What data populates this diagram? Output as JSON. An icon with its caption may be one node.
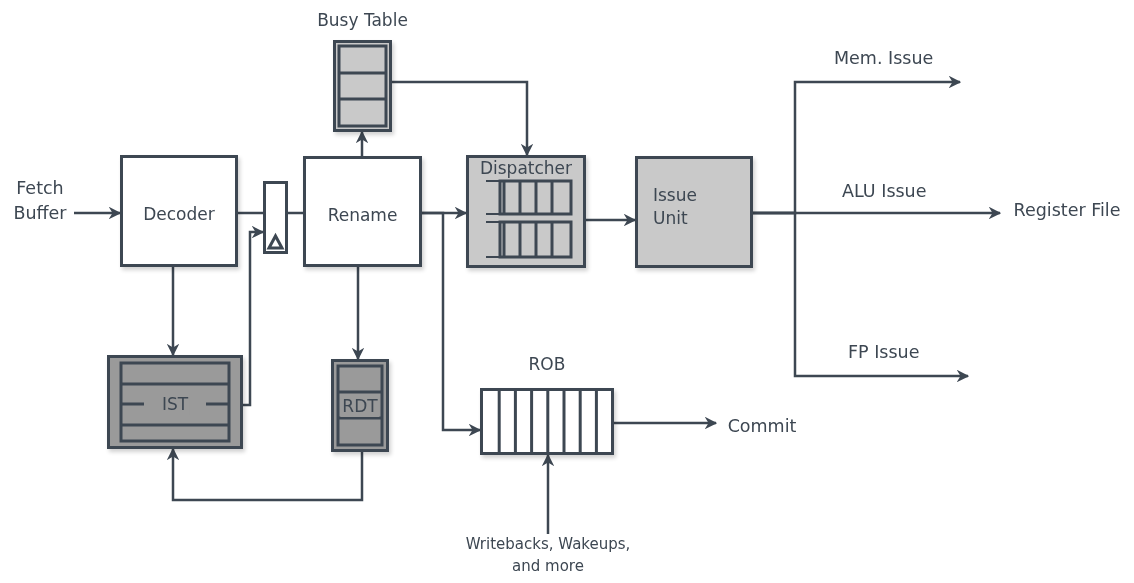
{
  "diagram": {
    "nodes": [
      {
        "text": [
          "Fetch Buffer"
        ]
      },
      {
        "text": [
          "Decoder"
        ]
      },
      {
        "text": [],
        "shape": "box"
      },
      {
        "text": [
          "Rename"
        ]
      },
      {
        "text": [
          "Busy Table"
        ]
      },
      {
        "text": [
          "Dispatcher"
        ]
      },
      {
        "text": [
          "Issue Unit"
        ]
      },
      {
        "text": [
          "IST"
        ]
      },
      {
        "text": [
          "RDT"
        ]
      },
      {
        "text": [
          "ROB"
        ]
      },
      {
        "text": [
          "Commit"
        ]
      },
      {
        "text": [
          "Register File"
        ]
      },
      {
        "text": [
          "Writebacks, Wakeups, and more"
        ]
      }
    ],
    "edges": [
      {
        "from": 0,
        "to": 1,
        "arrow": "to"
      },
      {
        "from": 1,
        "to": 2,
        "arrow": "none"
      },
      {
        "from": 2,
        "to": 3,
        "arrow": "none"
      },
      {
        "from": 3,
        "to": 4,
        "arrow": "to"
      },
      {
        "from": 4,
        "to": 5,
        "arrow": "to"
      },
      {
        "from": 3,
        "to": 5,
        "arrow": "to"
      },
      {
        "from": 3,
        "to": 9,
        "arrow": "to"
      },
      {
        "from": 5,
        "to": 6,
        "arrow": "to"
      },
      {
        "from": 6,
        "to": null,
        "arrow": "to",
        "label": "Mem. Issue"
      },
      {
        "from": 6,
        "to": 11,
        "arrow": "to",
        "label": "ALU Issue"
      },
      {
        "from": 6,
        "to": null,
        "arrow": "to",
        "label": "FP Issue"
      },
      {
        "from": 1,
        "to": 7,
        "arrow": "to"
      },
      {
        "from": 7,
        "to": 2,
        "arrow": "to"
      },
      {
        "from": 3,
        "to": 8,
        "arrow": "to"
      },
      {
        "from": 8,
        "to": 7,
        "arrow": "to"
      },
      {
        "from": 9,
        "to": 10,
        "arrow": "to"
      },
      {
        "from": 12,
        "to": 9,
        "arrow": "to"
      }
    ]
  }
}
